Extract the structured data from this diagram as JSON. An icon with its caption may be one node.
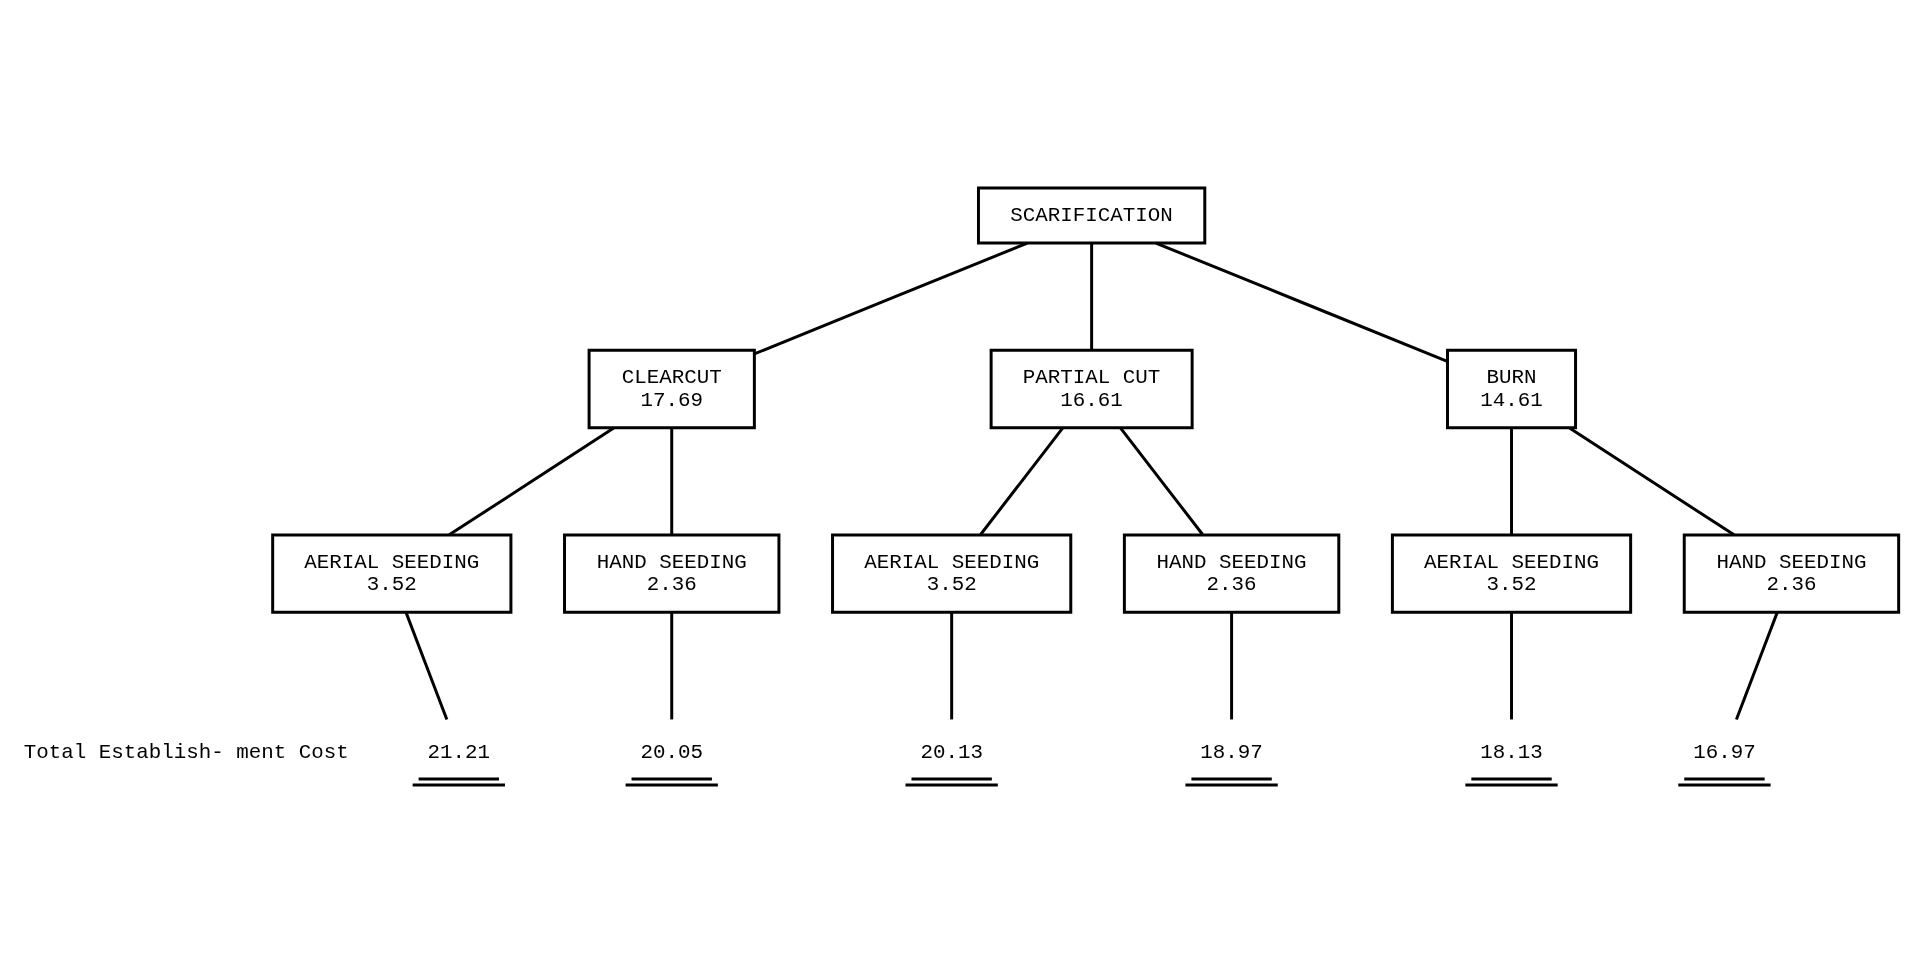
{
  "diagram": {
    "nodes": [
      {
        "text": [
          "SCARIFICATION"
        ]
      },
      {
        "text": [
          "CLEARCUT",
          "17.69"
        ]
      },
      {
        "text": [
          "PARTIAL CUT",
          "16.61"
        ]
      },
      {
        "text": [
          "BURN",
          "14.61"
        ]
      },
      {
        "text": [
          "AERIAL SEEDING",
          "3.52"
        ]
      },
      {
        "text": [
          "HAND SEEDING",
          "2.36"
        ]
      },
      {
        "text": [
          "AERIAL SEEDING",
          "3.52"
        ]
      },
      {
        "text": [
          "HAND SEEDING",
          "2.36"
        ]
      },
      {
        "text": [
          "AERIAL SEEDING",
          "3.52"
        ]
      },
      {
        "text": [
          "HAND SEEDING",
          "2.36"
        ]
      },
      {
        "text": [
          "21.21"
        ]
      },
      {
        "text": [
          "20.05"
        ]
      },
      {
        "text": [
          "20.13"
        ]
      },
      {
        "text": [
          "18.97"
        ]
      },
      {
        "text": [
          "18.13"
        ]
      },
      {
        "text": [
          "16.97"
        ]
      }
    ],
    "edges": [
      {
        "from": 0,
        "to": 1,
        "arrow": "none"
      },
      {
        "from": 0,
        "to": 2,
        "arrow": "none"
      },
      {
        "from": 0,
        "to": 3,
        "arrow": "none"
      },
      {
        "from": 1,
        "to": 4,
        "arrow": "none"
      },
      {
        "from": 1,
        "to": 5,
        "arrow": "none"
      },
      {
        "from": 2,
        "to": 6,
        "arrow": "none"
      },
      {
        "from": 2,
        "to": 7,
        "arrow": "none"
      },
      {
        "from": 3,
        "to": 8,
        "arrow": "none"
      },
      {
        "from": 3,
        "to": 9,
        "arrow": "none"
      },
      {
        "from": 4,
        "to": 10,
        "arrow": "none"
      },
      {
        "from": 5,
        "to": 11,
        "arrow": "none"
      },
      {
        "from": 6,
        "to": 12,
        "arrow": "none"
      },
      {
        "from": 7,
        "to": 13,
        "arrow": "none"
      },
      {
        "from": 8,
        "to": 14,
        "arrow": "none"
      },
      {
        "from": 9,
        "to": 15,
        "arrow": "none"
      }
    ],
    "labels": [
      "Total Establish- ment Cost"
    ]
  }
}
